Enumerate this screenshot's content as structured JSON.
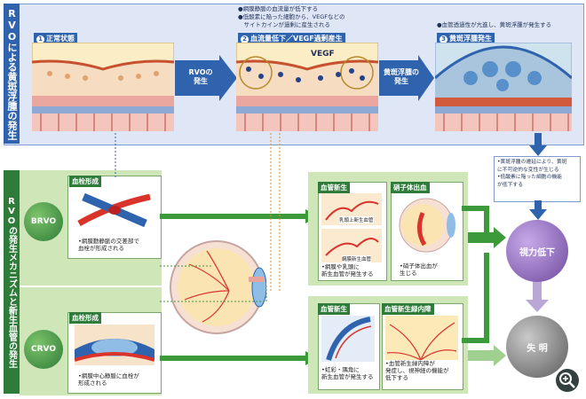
{
  "top": {
    "side_title": "RVOによる黄斑浮腫の発生",
    "stages": [
      {
        "num": "1",
        "label": "正常状態"
      },
      {
        "num": "2",
        "label": "血流量低下／VEGF過剰産生"
      },
      {
        "num": "3",
        "label": "黄斑浮腫発生"
      }
    ],
    "notes_stage2": [
      "●網膜静脈の血流量が低下する",
      "●低酸素に陥った細胞から、VEGFなどの",
      "　サイトカインが過剰に産生される"
    ],
    "note_stage3": "●血管透過性が亢進し、黄斑浮腫が発生する",
    "vegf_label": "VEGF",
    "arrow1": [
      "RVOの",
      "発生"
    ],
    "arrow2": [
      "黄斑浮腫の",
      "発生"
    ]
  },
  "bottom": {
    "side_title": "RVOの発生メカニズムと新生血管の発生",
    "brvo": {
      "badge": "BRVO",
      "title": "血栓形成",
      "caption": [
        "•網膜動静脈の交差部で",
        "血栓が形成される"
      ]
    },
    "crvo": {
      "badge": "CRVO",
      "title": "血栓形成",
      "caption": [
        "•網膜中心静脈に血栓が",
        "形成される"
      ]
    },
    "neovasc1": {
      "title": "血管新生",
      "inner_labels": [
        "乳頭上新生血管",
        "網膜新生血管"
      ],
      "caption": [
        "•網膜や乳頭に",
        "新生血管が発生する"
      ]
    },
    "vitreous": {
      "title": "硝子体出血",
      "caption": [
        "•硝子体出血が",
        "生じる"
      ]
    },
    "neovasc2": {
      "title": "血管新生",
      "caption": [
        "•虹彩・隅角に",
        "新生血管が発生する"
      ]
    },
    "glaucoma": {
      "title": "血管新生緑内障",
      "caption": [
        "•血管新生緑内障が",
        "発症し、視神経の機能が",
        "低下する"
      ]
    },
    "outcome_note": [
      "•黄斑浮腫の遷延により、黄斑",
      "に不可逆的な変性が生じる",
      "•低酸素に陥った細胞の機能",
      "が低下する"
    ],
    "vision_loss": "視力低下",
    "blindness": "失 明"
  },
  "colors": {
    "blue": "#2f63ad",
    "green": "#2f7b3a",
    "light_green": "#cfe6b8",
    "purple": "#8e6ab8"
  },
  "icons": [
    "zoom-in-icon"
  ]
}
